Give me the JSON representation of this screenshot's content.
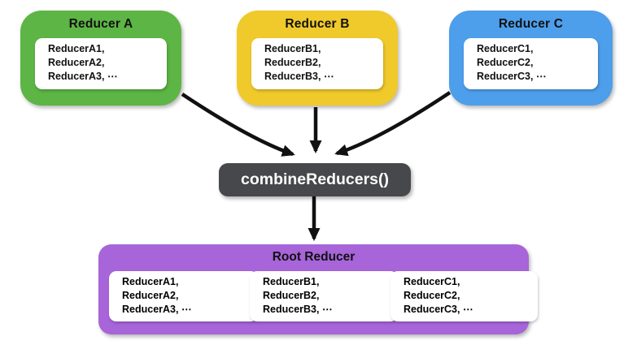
{
  "colors": {
    "reducer_a": "#5cb544",
    "reducer_b": "#f0c92b",
    "reducer_c": "#4d9eeb",
    "combine": "#47484b",
    "root": "#a765d9",
    "arrow": "#111111",
    "card_bg": "#ffffff",
    "text": "#111111"
  },
  "top_boxes": [
    {
      "title": "Reducer A",
      "lines": [
        "ReducerA1,",
        "ReducerA2,",
        "ReducerA3, ⋯"
      ]
    },
    {
      "title": "Reducer B",
      "lines": [
        "ReducerB1,",
        "ReducerB2,",
        "ReducerB3, ⋯"
      ]
    },
    {
      "title": "Reducer C",
      "lines": [
        "ReducerC1,",
        "ReducerC2,",
        "ReducerC3, ⋯"
      ]
    }
  ],
  "combine_box": {
    "label": "combineReducers()"
  },
  "root_box": {
    "title": "Root Reducer",
    "groups": [
      {
        "lines": [
          "ReducerA1,",
          "ReducerA2,",
          "ReducerA3, ⋯"
        ]
      },
      {
        "lines": [
          "ReducerB1,",
          "ReducerB2,",
          "ReducerB3, ⋯"
        ]
      },
      {
        "lines": [
          "ReducerC1,",
          "ReducerC2,",
          "ReducerC3, ⋯"
        ]
      }
    ]
  }
}
